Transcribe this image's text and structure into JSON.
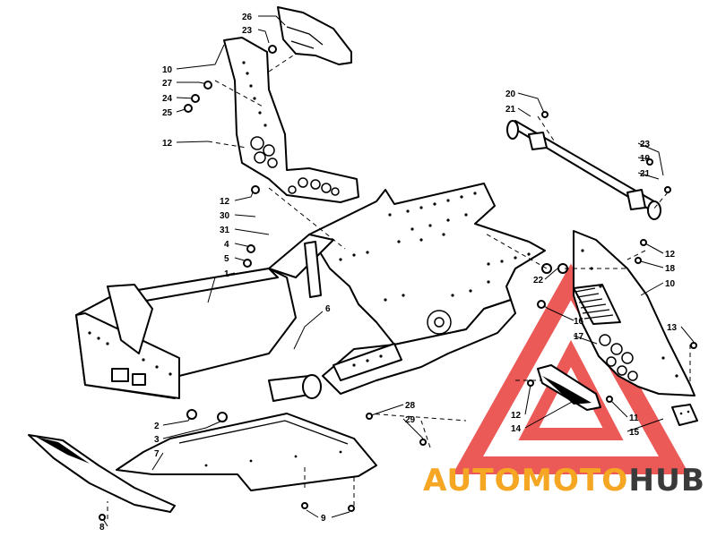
{
  "diagram": {
    "callouts": [
      "26",
      "23",
      "10",
      "27",
      "24",
      "25",
      "12",
      "12",
      "30",
      "31",
      "4",
      "5",
      "1",
      "6",
      "2",
      "3",
      "7",
      "8",
      "9",
      "28",
      "29",
      "20",
      "21",
      "23",
      "19",
      "21",
      "12",
      "18",
      "10",
      "22",
      "16",
      "17",
      "13",
      "12",
      "14",
      "11",
      "15"
    ]
  },
  "watermark": {
    "text_colored": "AUTOMOTO",
    "text_dark": "HUB",
    "colors": {
      "accent": "#f5a623",
      "red": "#e8312f",
      "dark": "#3a3a3a"
    }
  }
}
